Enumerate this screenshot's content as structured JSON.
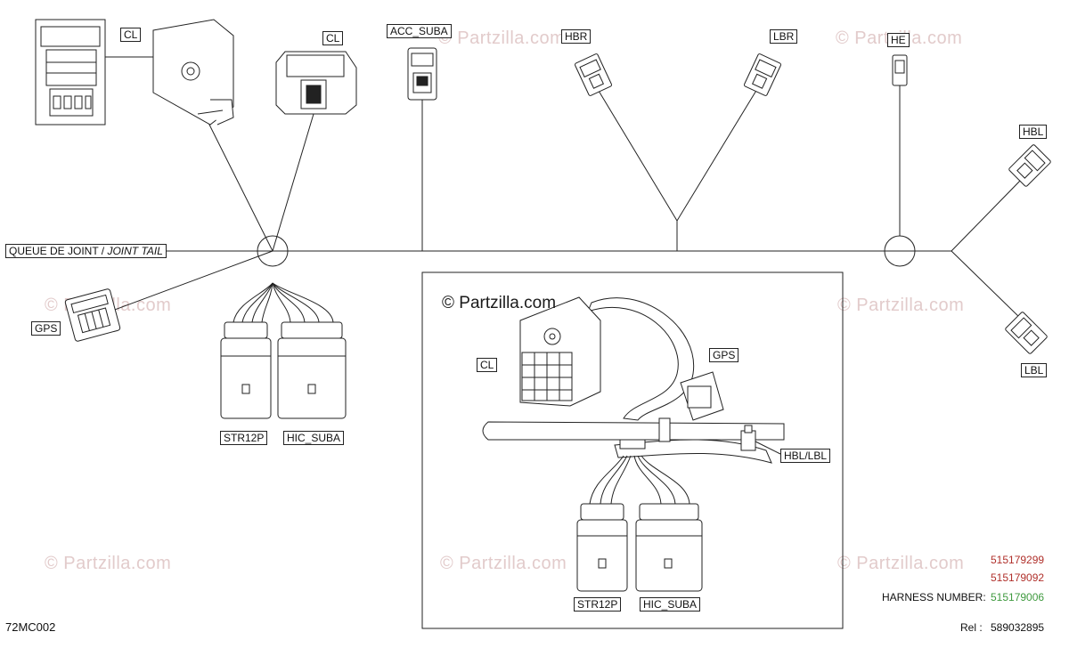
{
  "watermark": "© Partzilla.com",
  "watermark_inset": "© Partzilla.com",
  "labels": {
    "cl_top1": "CL",
    "cl_top2": "CL",
    "acc_suba": "ACC_SUBA",
    "hbr": "HBR",
    "lbr": "LBR",
    "he": "HE",
    "hbl": "HBL",
    "lbl": "LBL",
    "gps": "GPS",
    "str12p": "STR12P",
    "hic_suba": "HIC_SUBA",
    "inset_cl": "CL",
    "inset_gps": "GPS",
    "inset_hbl_lbl": "HBL/LBL",
    "inset_str12p": "STR12P",
    "inset_hic_suba": "HIC_SUBA"
  },
  "joint_tail": {
    "fr": "QUEUE DE JOINT / ",
    "en": "JOINT TAIL"
  },
  "footer": {
    "code": "72MC002",
    "pn1": "515179299",
    "pn2": "515179092",
    "harness_label": "HARNESS NUMBER:",
    "pn3": "515179006",
    "rel_label": "Rel :",
    "rel_value": "589032895"
  },
  "colors": {
    "line": "#222222",
    "pn_red": "#b0302b",
    "pn_green": "#3f9a3f",
    "watermark": "#e2cbcb"
  }
}
